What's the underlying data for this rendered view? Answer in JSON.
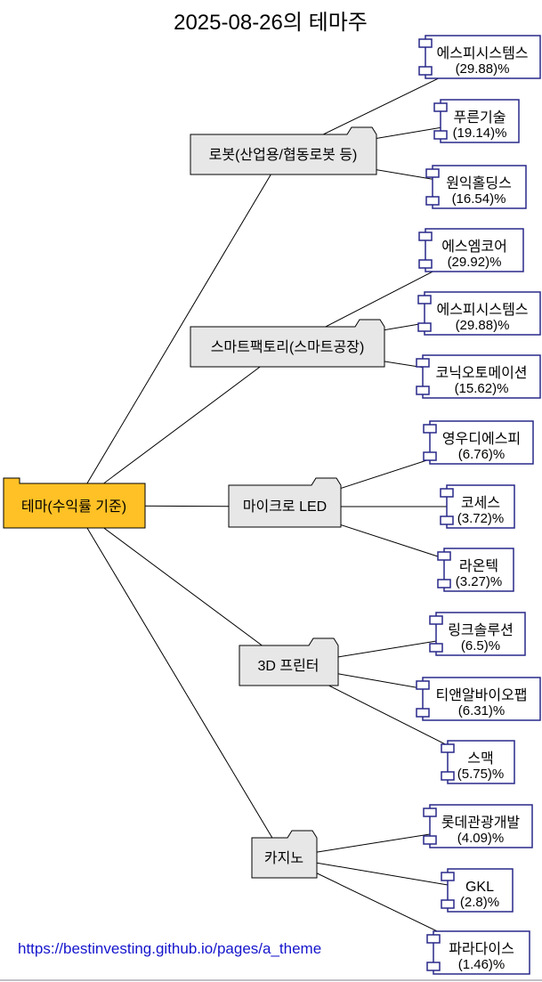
{
  "title": "2025-08-26의 테마주",
  "date": "2025-08-26",
  "footer": {
    "url": "https://bestinvesting.github.io/pages/a_theme"
  },
  "colors": {
    "root_fill": "#FFC125",
    "theme_fill": "#E7E7E7",
    "leaf_border": "#28288A",
    "edge": "#000000",
    "url_text": "#1414CC"
  },
  "root": {
    "label": "테마(수익률 기준)"
  },
  "themes": [
    {
      "label": "로봇(산업용/협동로봇 등)",
      "stocks": [
        {
          "name": "에스피시스템스",
          "pct": "(29.88)%"
        },
        {
          "name": "푸른기술",
          "pct": "(19.14)%"
        },
        {
          "name": "원익홀딩스",
          "pct": "(16.54)%"
        }
      ]
    },
    {
      "label": "스마트팩토리(스마트공장)",
      "stocks": [
        {
          "name": "에스엠코어",
          "pct": "(29.92)%"
        },
        {
          "name": "에스피시스템스",
          "pct": "(29.88)%"
        },
        {
          "name": "코닉오토메이션",
          "pct": "(15.62)%"
        }
      ]
    },
    {
      "label": "마이크로 LED",
      "stocks": [
        {
          "name": "영우디에스피",
          "pct": "(6.76)%"
        },
        {
          "name": "코세스",
          "pct": "(3.72)%"
        },
        {
          "name": "라온텍",
          "pct": "(3.27)%"
        }
      ]
    },
    {
      "label": "3D 프린터",
      "stocks": [
        {
          "name": "링크솔루션",
          "pct": "(6.5)%"
        },
        {
          "name": "티앤알바이오팹",
          "pct": "(6.31)%"
        },
        {
          "name": "스맥",
          "pct": "(5.75)%"
        }
      ]
    },
    {
      "label": "카지노",
      "stocks": [
        {
          "name": "롯데관광개발",
          "pct": "(4.09)%"
        },
        {
          "name": "GKL",
          "pct": "(2.8)%"
        },
        {
          "name": "파라다이스",
          "pct": "(1.46)%"
        }
      ]
    }
  ]
}
